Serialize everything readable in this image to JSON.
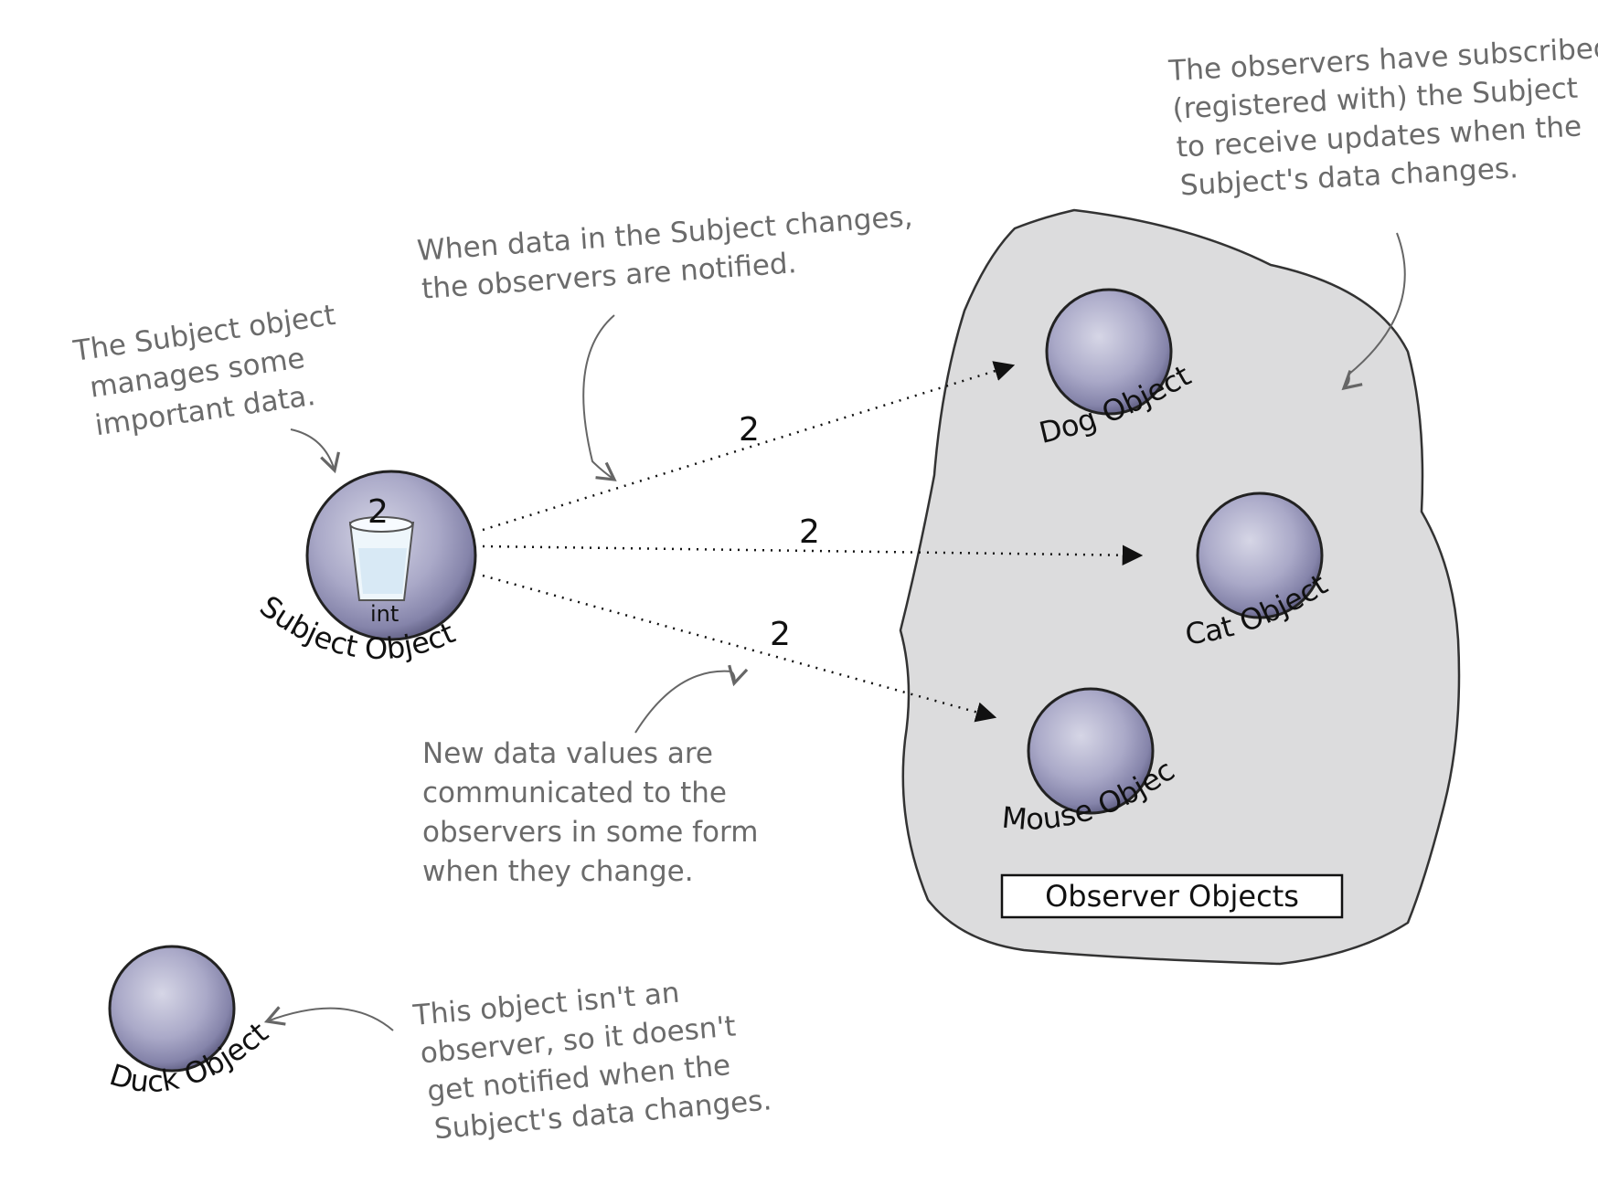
{
  "subject": {
    "label": "Subject Object",
    "value": "2",
    "type": "int"
  },
  "observers": [
    {
      "label": "Dog Object"
    },
    {
      "label": "Cat Object"
    },
    {
      "label": "Mouse Object"
    }
  ],
  "group_label": "Observer Objects",
  "non_observer": {
    "label": "Duck Object"
  },
  "messages": [
    "2",
    "2",
    "2"
  ],
  "notes": {
    "subject": [
      "The Subject object",
      "manages some",
      "important data."
    ],
    "notify": [
      "When data in the Subject changes,",
      "the observers are notified."
    ],
    "registered": [
      "The observers have subscribed to",
      "(registered with) the Subject",
      "to receive updates when the",
      "Subject's data changes."
    ],
    "communicated": [
      "New data values are",
      "communicated to the",
      "observers in some form",
      "when they change."
    ],
    "duck": [
      "This object isn't an",
      "observer, so it doesn't",
      "get notified when the",
      "Subject's data changes."
    ]
  },
  "colors": {
    "sphere": "#aaa9c8",
    "region": "#dcdcdd",
    "annotation": "#6b6b6b"
  }
}
